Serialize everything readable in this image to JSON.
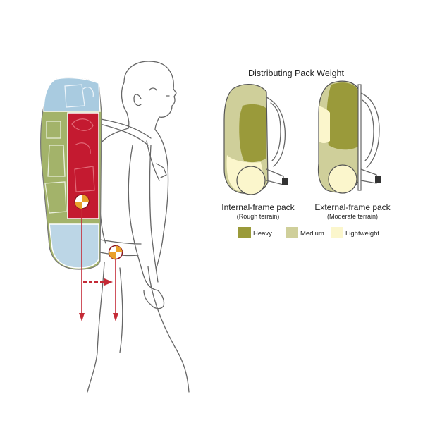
{
  "title": "Distributing Pack Weight",
  "packs": [
    {
      "name": "Internal-frame pack",
      "terrain": "(Rough terrain)"
    },
    {
      "name": "External-frame pack",
      "terrain": "(Moderate terrain)"
    }
  ],
  "legend": [
    {
      "label": "Heavy",
      "color": "#9a9a3a"
    },
    {
      "label": "Medium",
      "color": "#cfcf9a"
    },
    {
      "label": "Lightweight",
      "color": "#fbf6cc"
    }
  ],
  "colors": {
    "top_zone": "#a9cbe0",
    "side_zone": "#a3b36a",
    "core_zone": "#c41a30",
    "balance_mark": "#e8a02a",
    "force_arrow": "#c42a36"
  },
  "icons": [
    "hiker-figure",
    "backpack-cutaway-icon",
    "center-of-gravity-icon",
    "weight-shift-arrow"
  ]
}
